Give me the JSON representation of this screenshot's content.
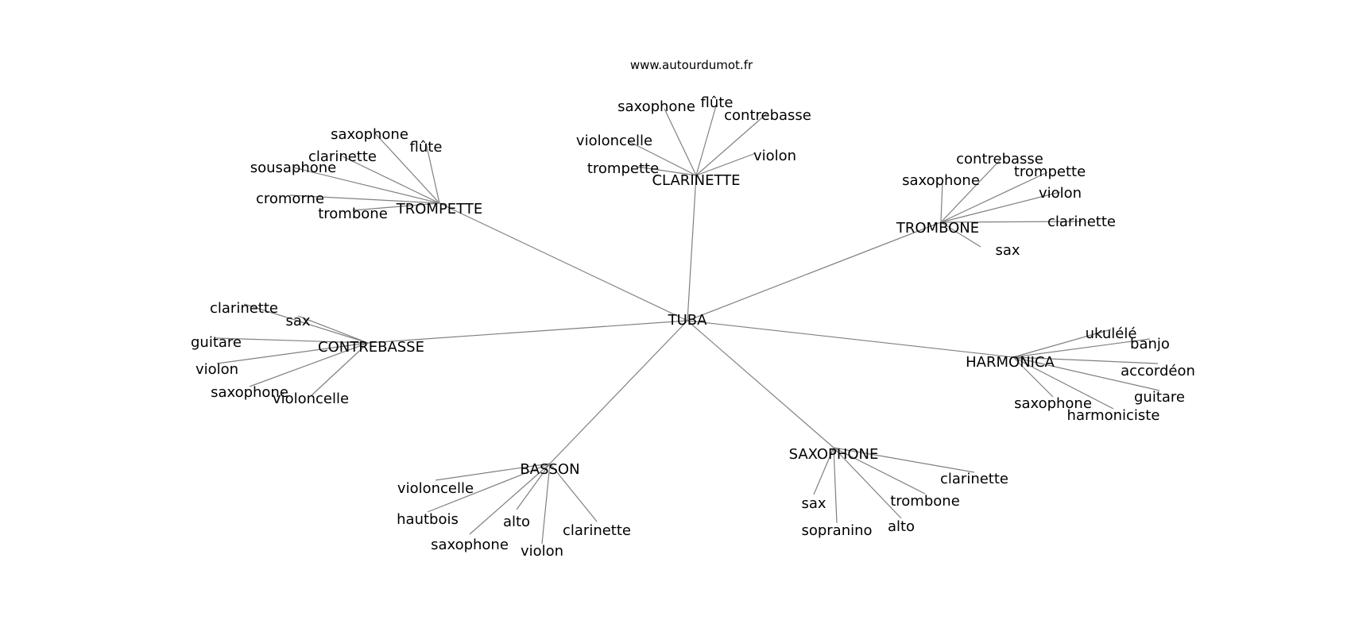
{
  "source": "www.autourdumot.fr",
  "graph": {
    "center": "TUBA",
    "hubs": [
      {
        "label": "CLARINETTE",
        "leaves": [
          "saxophone",
          "flûte",
          "contrebasse",
          "violoncelle",
          "violon",
          "trompette"
        ]
      },
      {
        "label": "TROMPETTE",
        "leaves": [
          "saxophone",
          "flûte",
          "clarinette",
          "sousaphone",
          "cromorne",
          "trombone"
        ]
      },
      {
        "label": "TROMBONE",
        "leaves": [
          "contrebasse",
          "trompette",
          "saxophone",
          "violon",
          "clarinette",
          "sax"
        ]
      },
      {
        "label": "CONTREBASSE",
        "leaves": [
          "clarinette",
          "sax",
          "guitare",
          "violon",
          "saxophone",
          "violoncelle"
        ]
      },
      {
        "label": "HARMONICA",
        "leaves": [
          "ukulélé",
          "banjo",
          "accordéon",
          "guitare",
          "saxophone",
          "harmoniciste"
        ]
      },
      {
        "label": "BASSON",
        "leaves": [
          "violoncelle",
          "hautbois",
          "alto",
          "saxophone",
          "violon",
          "clarinette"
        ]
      },
      {
        "label": "SAXOPHONE",
        "leaves": [
          "clarinette",
          "trombone",
          "sax",
          "alto",
          "sopranino"
        ]
      }
    ]
  }
}
